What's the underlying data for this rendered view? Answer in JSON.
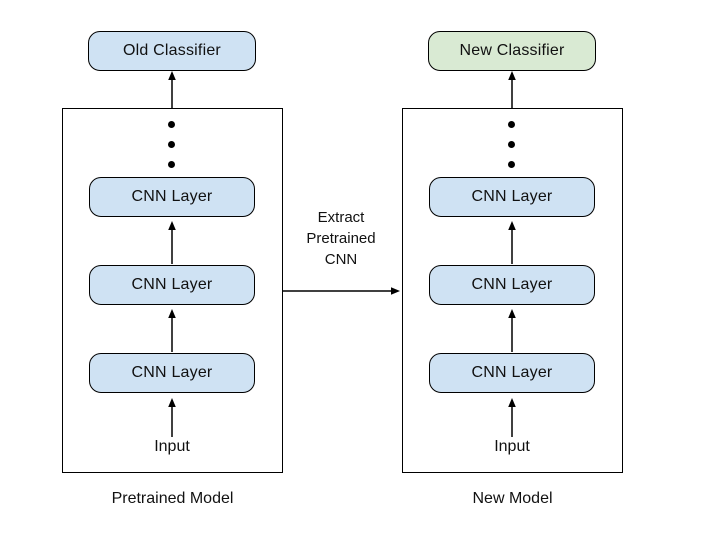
{
  "diagram": {
    "colors": {
      "layer_fill": "#cfe2f3",
      "old_classifier_fill": "#cfe2f3",
      "new_classifier_fill": "#d9ead3",
      "line": "#000000",
      "background": "#ffffff"
    },
    "icons": {
      "ellipsis": "vertical-dots",
      "arrow_up": "thin-black-arrow-up",
      "arrow_right": "thin-black-arrow-right"
    },
    "left_model": {
      "classifier_label": "Old Classifier",
      "layers": [
        "CNN Layer",
        "CNN Layer",
        "CNN Layer"
      ],
      "input_label": "Input",
      "model_label": "Pretrained Model"
    },
    "right_model": {
      "classifier_label": "New Classifier",
      "layers": [
        "CNN Layer",
        "CNN Layer",
        "CNN Layer"
      ],
      "input_label": "Input",
      "model_label": "New Model"
    },
    "transfer": {
      "label_lines": [
        "Extract",
        "Pretrained",
        "CNN"
      ]
    }
  }
}
